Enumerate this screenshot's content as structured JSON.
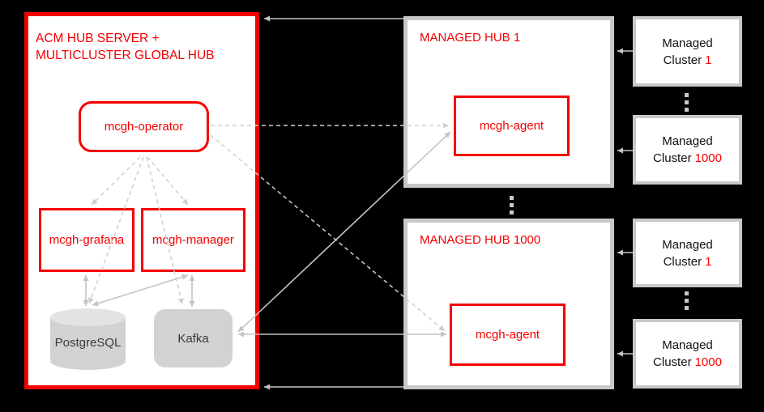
{
  "colors": {
    "red": "#f40000",
    "gray_border": "#c8c8c8",
    "gray_fill": "#d2d2d2",
    "background": "#000000"
  },
  "acm_hub": {
    "title_line1": "ACM HUB SERVER +",
    "title_line2": "MULTICLUSTER GLOBAL HUB",
    "operator_label": "mcgh-operator",
    "grafana_label": "mcgh-grafana",
    "manager_label": "mcgh-manager",
    "postgres_label": "PostgreSQL",
    "kafka_label": "Kafka"
  },
  "managed_hub_1": {
    "title": "MANAGED HUB 1",
    "agent_label": "mcgh-agent"
  },
  "managed_hub_1000": {
    "title": "MANAGED HUB 1000",
    "agent_label": "mcgh-agent"
  },
  "clusters": [
    {
      "line1": "Managed",
      "line2": "Cluster",
      "number": "1"
    },
    {
      "line1": "Managed",
      "line2": "Cluster",
      "number": "1000"
    },
    {
      "line1": "Managed",
      "line2": "Cluster",
      "number": "1"
    },
    {
      "line1": "Managed",
      "line2": "Cluster",
      "number": "1000"
    }
  ]
}
